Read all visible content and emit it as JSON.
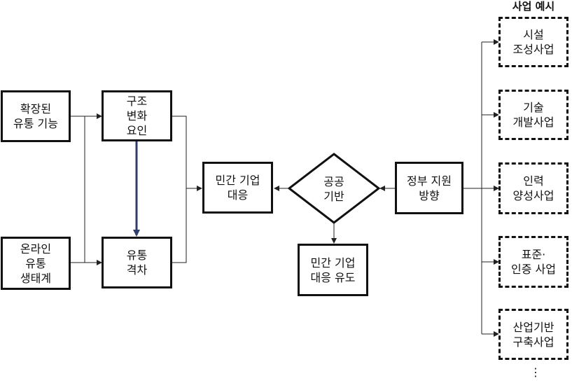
{
  "nodes": {
    "expanded_function": "확장된\n유통 기능",
    "online_ecosystem": "온라인\n유통\n생태계",
    "structural_factors": "구조\n변화\n요인",
    "distribution_gap": "유통\n격차",
    "private_response": "민간 기업\n대응",
    "public_base": "공공\n기반",
    "induce_private": "민간 기업\n대응 유도",
    "gov_support": "정부 지원\n방향"
  },
  "examples": {
    "header": "사업 예시",
    "items": [
      "시설\n조성사업",
      "기술\n개발사업",
      "인력\n양성사업",
      "표준·\n인증 사업",
      "산업기반\n구축사업"
    ],
    "ellipsis": "⋮"
  },
  "colors": {
    "line": "#222222",
    "accent_arrow": "#2f3d6b"
  }
}
